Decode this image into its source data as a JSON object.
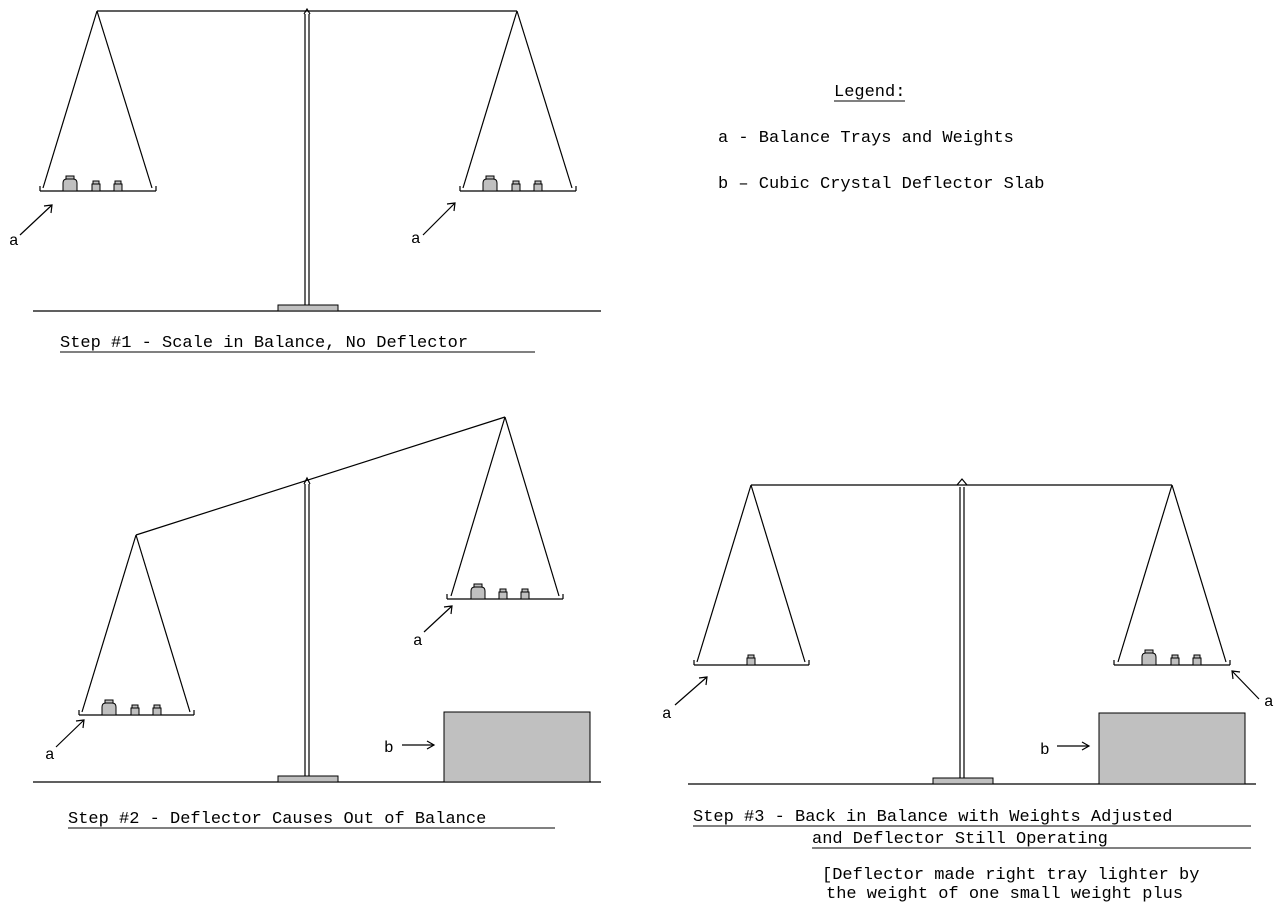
{
  "legend": {
    "title": "Legend",
    "title_suffix": ":",
    "item_a": "a - Balance Trays and Weights",
    "item_b": "b – Cubic Crystal Deflector Slab"
  },
  "labels": {
    "tray": "a",
    "slab": "b"
  },
  "steps": {
    "step1": "Step #1 - Scale in Balance, No Deflector",
    "step2": "Step #2 - Deflector Causes Out of Balance",
    "step3_line1": "Step #3 - Back in Balance with Weights Adjusted",
    "step3_line2": "and Deflector Still Operating",
    "note_line1": "[Deflector made right tray lighter by",
    "note_line2": "the weight of one small weight plus"
  }
}
